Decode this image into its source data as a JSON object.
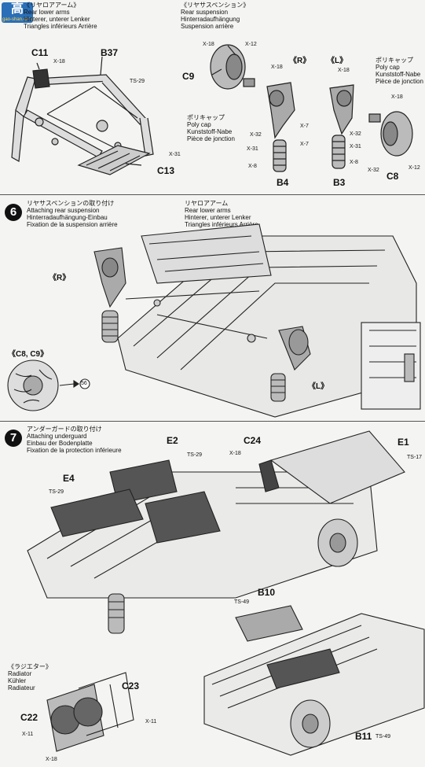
{
  "watermark": {
    "big": "高",
    "small": "gao-shan.com"
  },
  "sec_rla": {
    "jp": "《リヤロアアーム》",
    "en": "Rear lower arms",
    "de": "Hinterer, unterer Lenker",
    "fr": "Triangles inférieurs Arrière"
  },
  "sec_rsusp": {
    "jp": "《リヤサスペンション》",
    "en": "Rear suspension",
    "de": "Hinterradaufhängung",
    "fr": "Suspension arrière"
  },
  "polycap": {
    "jp": "ポリキャップ",
    "en": "Poly cap",
    "de": "Kunststoff-Nabe",
    "fr": "Pièce de jonction"
  },
  "step6": {
    "num": "6",
    "jp": "リヤサスペンションの取り付け",
    "en": "Attaching rear suspension",
    "de": "Hinterradaufhängung-Einbau",
    "fr": "Fixation de la suspension arrière"
  },
  "rla6": {
    "jp": "リヤロアアーム",
    "en": "Rear lower arms",
    "de": "Hinterer, unterer Lenker",
    "fr": "Triangles inférieurs Arrière"
  },
  "step7": {
    "num": "7",
    "jp": "アンダーガードの取り付け",
    "en": "Attaching underguard",
    "de": "Einbau der Bodenplatte",
    "fr": "Fixation de la protection inférieure"
  },
  "radiator": {
    "jp": "《ラジエター》",
    "en": "Radiator",
    "de": "Kühler",
    "fr": "Radiateur"
  },
  "parts": {
    "c11": "C11",
    "b37": "B37",
    "c13": "C13",
    "c9": "C9",
    "b4": "B4",
    "b3": "B3",
    "c8": "C8",
    "r": "《R》",
    "l": "《L》",
    "c8c9": "《C8, C9》",
    "e2": "E2",
    "c24": "C24",
    "e1": "E1",
    "e4": "E4",
    "b10": "B10",
    "b11": "B11",
    "c23": "C23",
    "c22": "C22"
  },
  "screws": {
    "x18": "X-18",
    "x12": "X-12",
    "x7": "X-7",
    "x31": "X-31",
    "x32": "X-32",
    "x8": "X-8",
    "x11": "X-11",
    "ts29": "TS-29",
    "ts17": "TS-17",
    "ts49": "TS-49"
  },
  "count56": "56"
}
